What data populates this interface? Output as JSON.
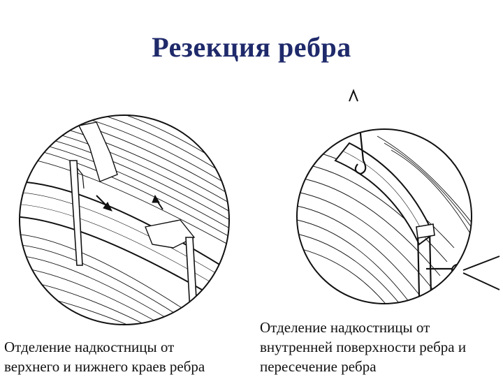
{
  "title": "Резекция ребра",
  "figures": [
    {
      "caption_lines": [
        "Отделение надкостницы от",
        "верхнего и нижнего краев ребра"
      ]
    },
    {
      "caption_lines": [
        "Отделение надкостницы от",
        "внутренней поверхности ребра и",
        "пересечение ребра"
      ]
    }
  ],
  "colors": {
    "title": "#1f2a6b",
    "line": "#111111"
  }
}
